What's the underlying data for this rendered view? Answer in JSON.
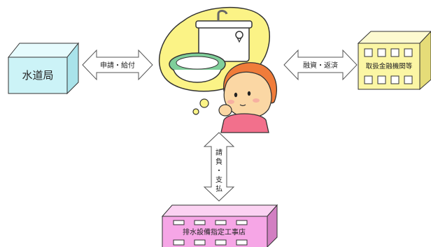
{
  "nodes": {
    "water_bureau": "水道局",
    "financial_institution": "取扱金融機関等",
    "contractor": "排水設備指定工事店"
  },
  "arrows": {
    "left": "申請・給付",
    "right": "融資・返済",
    "bottom": [
      "請",
      "負",
      "・",
      "支",
      "払"
    ]
  },
  "colors": {
    "water_bureau": "#ccf3f7",
    "financial_institution": "#fbf6a4",
    "contractor": "#f6a6e6",
    "thought_bubble": "#fbf386"
  },
  "icons": {
    "center": "person-thinking-about-toilet-illustration"
  }
}
